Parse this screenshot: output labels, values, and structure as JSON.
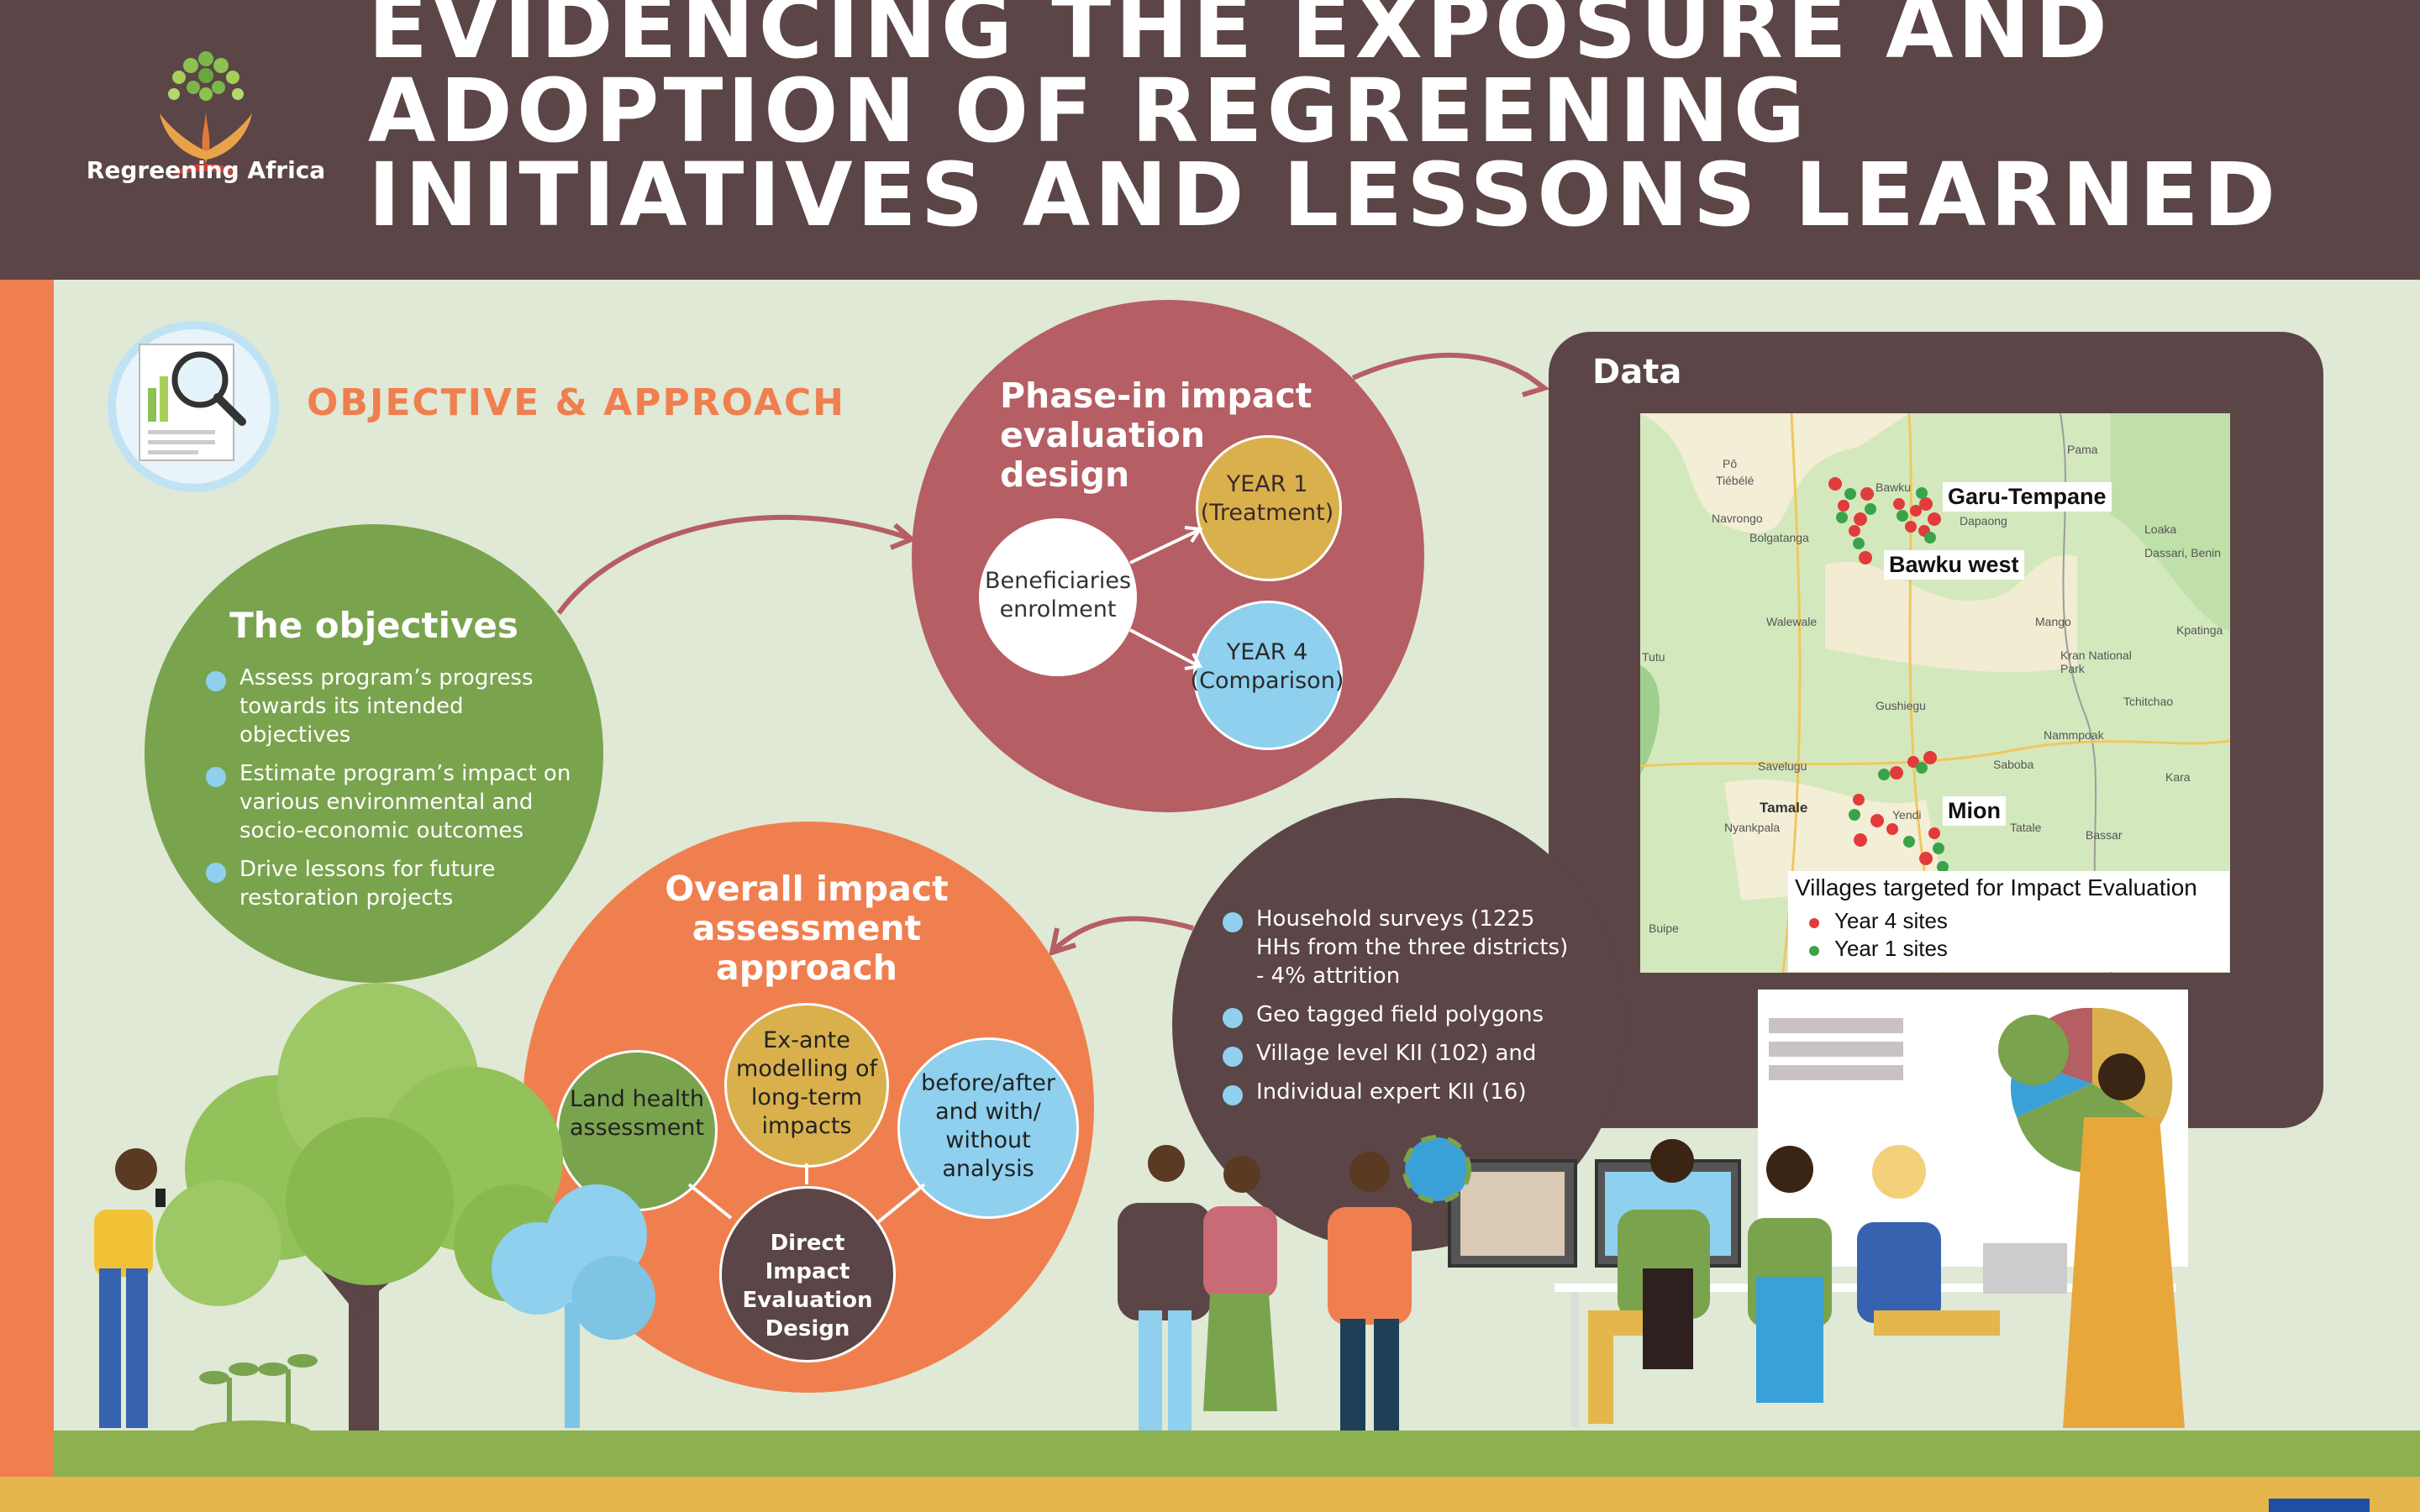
{
  "header": {
    "title": "EVIDENCING THE EXPOSURE AND ADOPTION OF REGREENING INITIATIVES AND LESSONS LEARNED",
    "logo_text": "Regreening Africa"
  },
  "objective_section": {
    "label": "OBJECTIVE & APPROACH"
  },
  "objectives": {
    "title": "The objectives",
    "items": [
      "Assess program’s progress towards its intended objectives",
      "Estimate program’s impact on various environmental and socio-economic outcomes",
      "Drive lessons for future restoration projects"
    ]
  },
  "phase_in": {
    "title": "Phase-in impact evaluation design",
    "beneficiaries": "Beneficiaries enrolment",
    "year1": "YEAR 1 (Treatment)",
    "year4": "YEAR 4 (Comparison)"
  },
  "overall": {
    "title": "Overall impact assessment approach",
    "land": "Land health assessment",
    "exante": "Ex-ante modelling of long-term impacts",
    "before": "before/after and with/ without analysis",
    "direct": "Direct Impact Evaluation Design"
  },
  "data_section": {
    "title": "Data",
    "items": [
      "Household surveys (1225 HHs from the three districts)  - 4% attrition",
      "Geo tagged field polygons",
      "Village level KII (102) and",
      "Individual expert KII (16)"
    ]
  },
  "map": {
    "labels": [
      "Garu-Tempane",
      "Bawku west",
      "Mion"
    ],
    "place_names": [
      "Tiébélé",
      "Pô",
      "Navrongo",
      "Bolgatanga",
      "Bawku",
      "Dapaong",
      "Walewale",
      "Tamale",
      "Savelugu",
      "Gushiegu",
      "Yendi",
      "Saboba",
      "Nyankpala",
      "Tatale",
      "Bassar",
      "Kara",
      "Mango",
      "Pama",
      "Loaka",
      "Dassari, Benin",
      "Kpatinga",
      "Tchitchao",
      "Nammpoak",
      "Kran National Park",
      "Buipe",
      "Tutu"
    ],
    "legend_title": "Villages targeted for Impact Evaluation",
    "legend_year4": "Year 4 sites",
    "legend_year1": "Year 1 sites",
    "colors": {
      "year4": "#e23b3b",
      "year1": "#3aa34a"
    }
  },
  "colors": {
    "header": "#5b4546",
    "background": "#dfe9d6",
    "orange": "#f07f4f",
    "green": "#7aa34e",
    "rose": "#b55e64",
    "gold": "#d9b04c",
    "blue": "#8ed0ee"
  }
}
